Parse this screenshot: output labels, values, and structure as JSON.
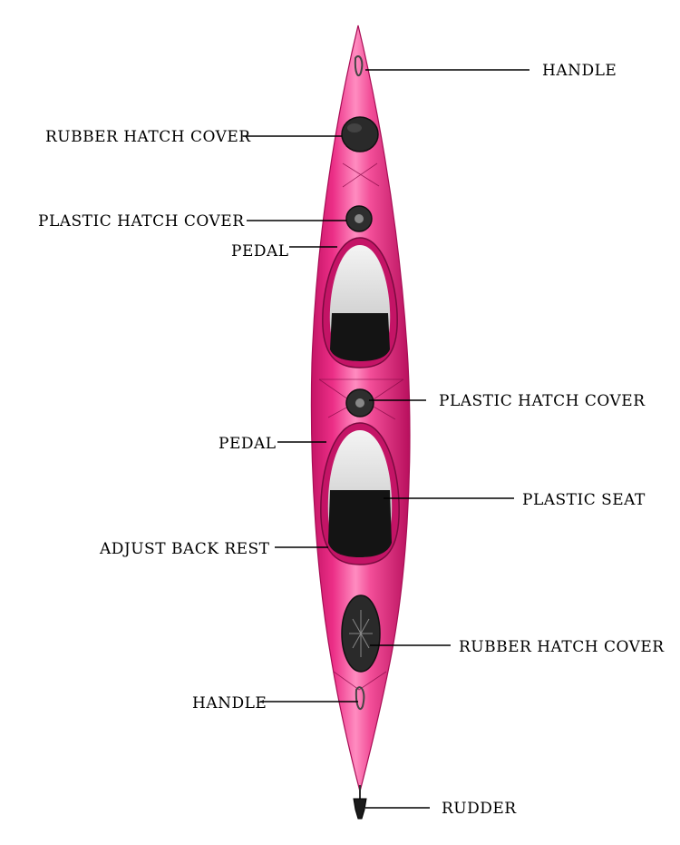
{
  "colors": {
    "hull": "#ec2f87",
    "hull_highlight": "#ff8cc0",
    "hull_shadow": "#c41466",
    "cockpit_interior": "#dcdcdc",
    "seat": "#141414",
    "hatch": "#2a2a2a",
    "leader_line": "#000000",
    "label_text": "#000000"
  },
  "labels": {
    "handle_front": "HANDLE",
    "rubber_hatch_front": "RUBBER HATCH COVER",
    "plastic_hatch_front": "PLASTIC HATCH COVER",
    "pedal_front": "PEDAL",
    "plastic_hatch_mid": "PLASTIC HATCH COVER",
    "pedal_rear": "PEDAL",
    "plastic_seat": "PLASTIC SEAT",
    "adjust_back_rest": "ADJUST BACK REST",
    "rubber_hatch_rear": "RUBBER HATCH COVER",
    "handle_rear": "HANDLE",
    "rudder": "RUDDER"
  }
}
